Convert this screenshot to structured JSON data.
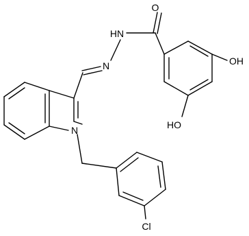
{
  "atom_labels": {
    "carbonyl_o": "O",
    "hydrazide_nh": "HN",
    "imine_n": "N",
    "indole_n": "N",
    "hydroxyl_top": "OH",
    "hydroxyl_bottom": "HO",
    "chloro": "Cl"
  },
  "colors": {
    "bond": "#000000",
    "label": "#000000",
    "background": "#ffffff"
  }
}
